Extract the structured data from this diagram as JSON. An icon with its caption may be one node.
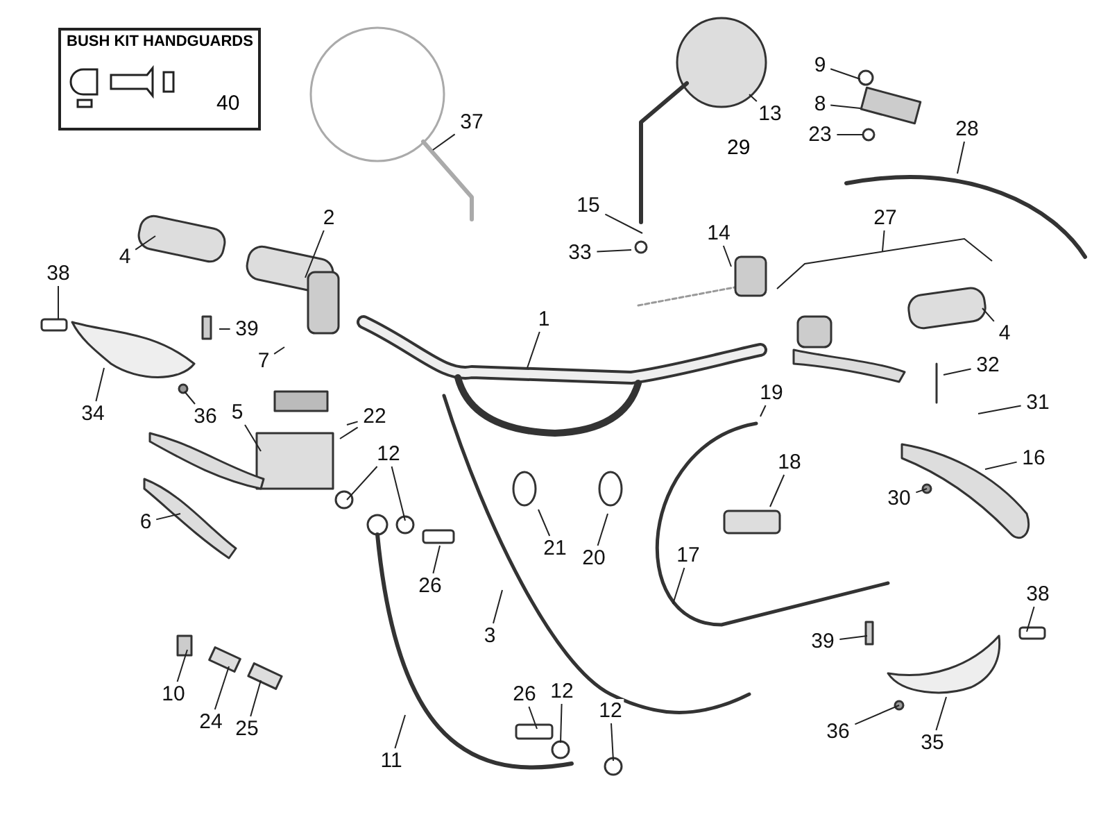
{
  "diagram": {
    "nodes": [
      {
        "text": [
          "BUSH KIT HANDGUARDS"
        ]
      },
      {
        "text": [
          "37"
        ]
      },
      {
        "text": [
          "9"
        ]
      },
      {
        "text": [
          "13"
        ]
      },
      {
        "text": [
          "8"
        ]
      },
      {
        "text": [
          "28"
        ]
      },
      {
        "text": [
          "23"
        ]
      },
      {
        "text": [
          "15"
        ]
      },
      {
        "text": [
          "2"
        ]
      },
      {
        "text": [
          "27"
        ]
      },
      {
        "text": [
          "14"
        ]
      },
      {
        "text": [
          "33"
        ]
      },
      {
        "text": [
          "4"
        ]
      },
      {
        "text": [
          "38"
        ]
      },
      {
        "text": [
          "4"
        ]
      },
      {
        "text": [
          "1"
        ]
      },
      {
        "text": [
          "39"
        ]
      },
      {
        "text": [
          "7"
        ]
      },
      {
        "text": [
          "32"
        ]
      },
      {
        "text": [
          "19"
        ]
      },
      {
        "text": [
          "31"
        ]
      },
      {
        "text": [
          "34"
        ]
      },
      {
        "text": [
          "36"
        ]
      },
      {
        "text": [
          "5"
        ]
      },
      {
        "text": [
          "22"
        ]
      },
      {
        "text": [
          "12"
        ]
      },
      {
        "text": [
          "18"
        ]
      },
      {
        "text": [
          "16"
        ]
      },
      {
        "text": [
          "30"
        ]
      },
      {
        "text": [
          "6"
        ]
      },
      {
        "text": [
          "21"
        ]
      },
      {
        "text": [
          "20"
        ]
      },
      {
        "text": [
          "26"
        ]
      },
      {
        "text": [
          "17"
        ]
      },
      {
        "text": [
          "38"
        ]
      },
      {
        "text": [
          "3"
        ]
      },
      {
        "text": [
          "39"
        ]
      },
      {
        "text": [
          "10"
        ]
      },
      {
        "text": [
          "26"
        ]
      },
      {
        "text": [
          "12"
        ]
      },
      {
        "text": [
          "12"
        ]
      },
      {
        "text": [
          "24"
        ]
      },
      {
        "text": [
          "25"
        ]
      },
      {
        "text": [
          "36"
        ]
      },
      {
        "text": [
          "35"
        ]
      },
      {
        "text": [
          "11"
        ]
      }
    ],
    "edges": [
      {
        "from": 1,
        "to": null,
        "arrow": "none"
      },
      {
        "from": 2,
        "to": null,
        "arrow": "none"
      },
      {
        "from": 3,
        "to": null,
        "arrow": "none"
      },
      {
        "from": 4,
        "to": null,
        "arrow": "none"
      },
      {
        "from": 5,
        "to": null,
        "arrow": "none"
      },
      {
        "from": 6,
        "to": null,
        "arrow": "none"
      },
      {
        "from": 7,
        "to": null,
        "arrow": "none"
      },
      {
        "from": 8,
        "to": null,
        "arrow": "none"
      },
      {
        "from": 9,
        "to": null,
        "arrow": "none"
      },
      {
        "from": 10,
        "to": null,
        "arrow": "none"
      },
      {
        "from": 11,
        "to": null,
        "arrow": "none"
      },
      {
        "from": 12,
        "to": null,
        "arrow": "none"
      },
      {
        "from": 13,
        "to": null,
        "arrow": "none"
      },
      {
        "from": 14,
        "to": null,
        "arrow": "none"
      },
      {
        "from": 15,
        "to": null,
        "arrow": "none"
      },
      {
        "from": 16,
        "to": null,
        "arrow": "none"
      },
      {
        "from": 17,
        "to": null,
        "arrow": "none"
      },
      {
        "from": 18,
        "to": null,
        "arrow": "none"
      },
      {
        "from": 19,
        "to": null,
        "arrow": "none"
      },
      {
        "from": 20,
        "to": null,
        "arrow": "none"
      },
      {
        "from": 21,
        "to": null,
        "arrow": "none"
      },
      {
        "from": 22,
        "to": null,
        "arrow": "none"
      },
      {
        "from": 23,
        "to": null,
        "arrow": "none"
      },
      {
        "from": 24,
        "to": null,
        "arrow": "none"
      },
      {
        "from": 24,
        "to": null,
        "arrow": "none"
      },
      {
        "from": 25,
        "to": null,
        "arrow": "none"
      },
      {
        "from": 25,
        "to": null,
        "arrow": "none"
      },
      {
        "from": 26,
        "to": null,
        "arrow": "none"
      },
      {
        "from": 27,
        "to": null,
        "arrow": "none"
      },
      {
        "from": 28,
        "to": null,
        "arrow": "none"
      },
      {
        "from": 29,
        "to": null,
        "arrow": "none"
      },
      {
        "from": 30,
        "to": null,
        "arrow": "none"
      },
      {
        "from": 31,
        "to": null,
        "arrow": "none"
      },
      {
        "from": 32,
        "to": null,
        "arrow": "none"
      },
      {
        "from": 33,
        "to": null,
        "arrow": "none"
      },
      {
        "from": 34,
        "to": null,
        "arrow": "none"
      },
      {
        "from": 35,
        "to": null,
        "arrow": "none"
      },
      {
        "from": 36,
        "to": null,
        "arrow": "none"
      },
      {
        "from": 37,
        "to": null,
        "arrow": "none"
      },
      {
        "from": 38,
        "to": null,
        "arrow": "none"
      },
      {
        "from": 39,
        "to": null,
        "arrow": "none"
      },
      {
        "from": 40,
        "to": null,
        "arrow": "none"
      },
      {
        "from": 41,
        "to": null,
        "arrow": "none"
      },
      {
        "from": 42,
        "to": null,
        "arrow": "none"
      },
      {
        "from": 43,
        "to": null,
        "arrow": "none"
      },
      {
        "from": 44,
        "to": null,
        "arrow": "none"
      },
      {
        "from": 45,
        "to": null,
        "arrow": "none"
      }
    ],
    "labels": [
      "40",
      "29"
    ]
  }
}
